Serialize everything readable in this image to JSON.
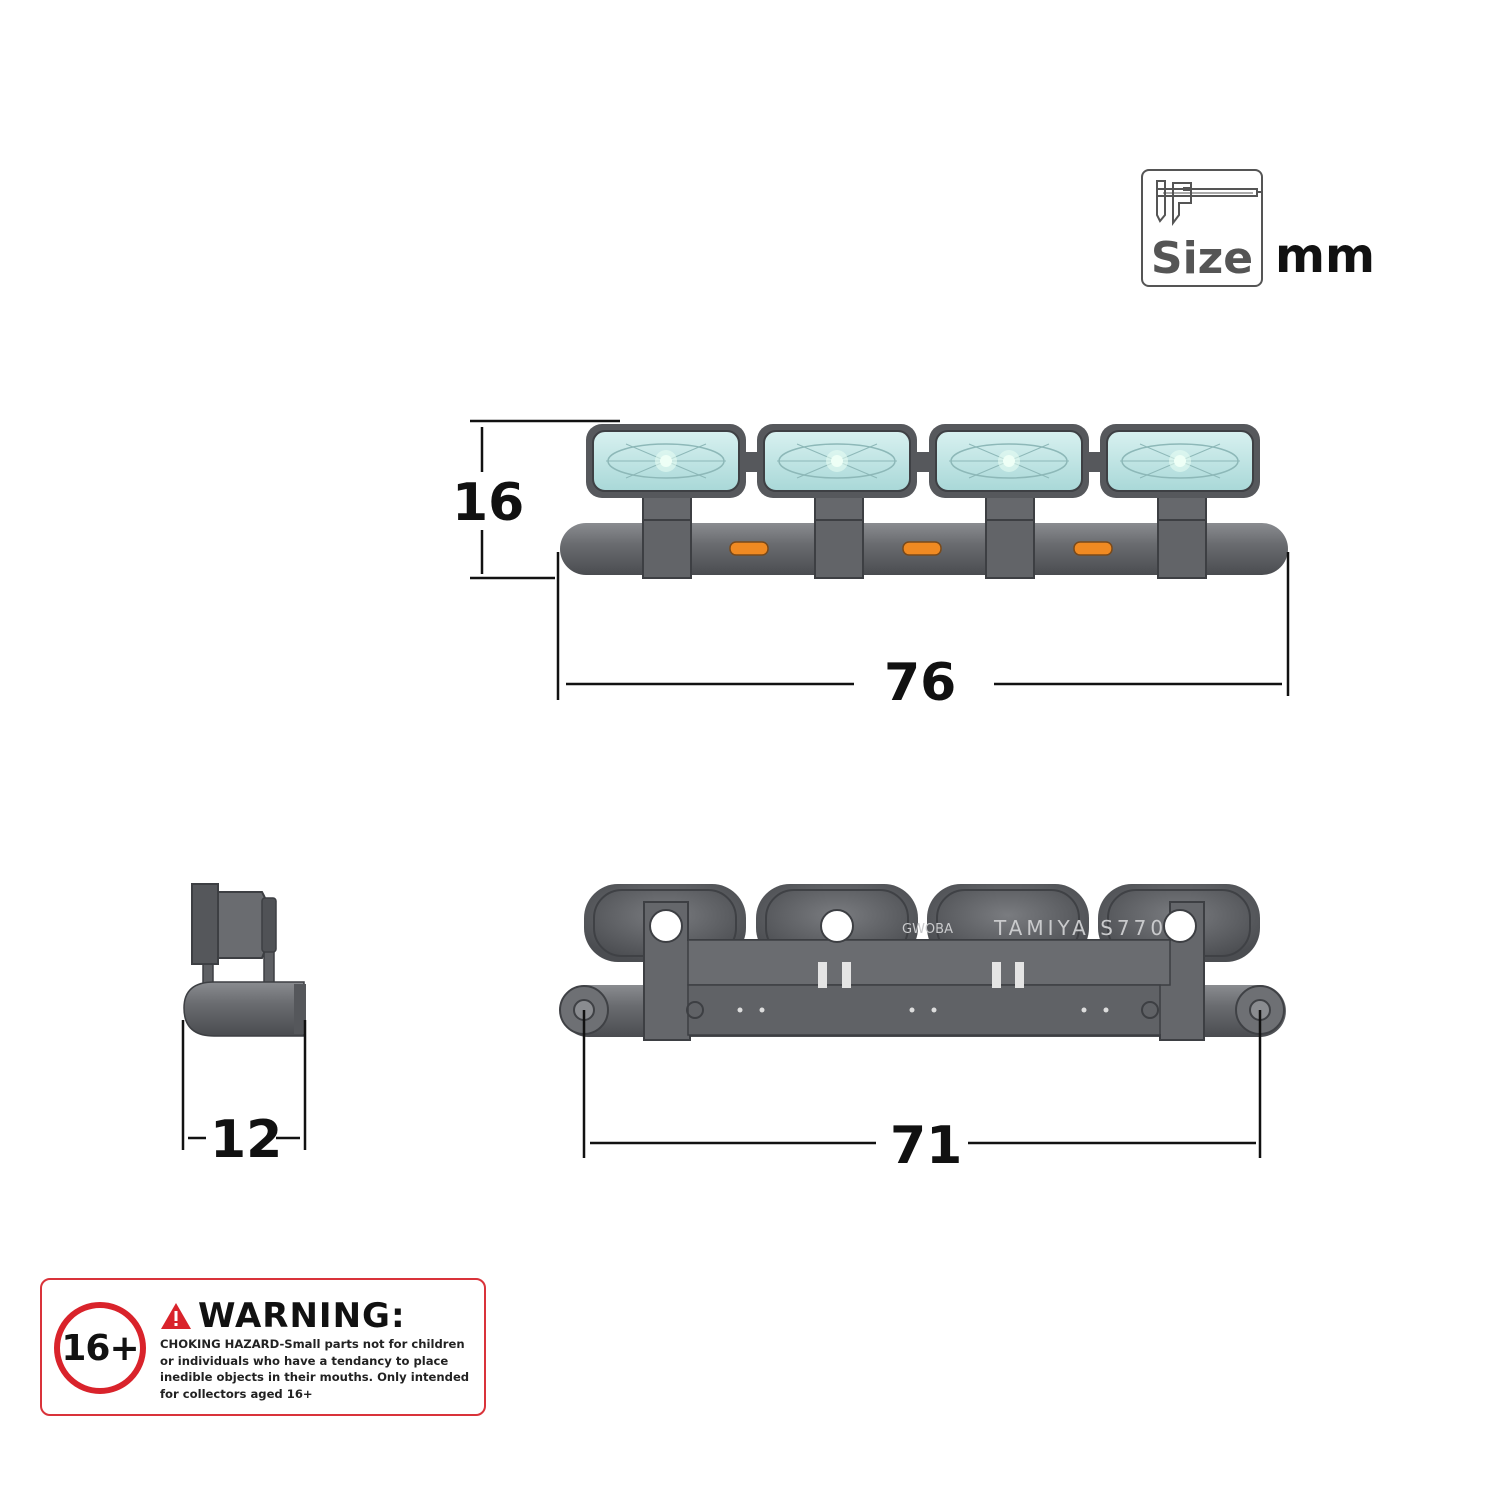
{
  "size_badge": {
    "label": "Size",
    "unit": "mm",
    "icon": "caliper-icon"
  },
  "dimensions": {
    "height": "16",
    "front_width": "76",
    "depth": "12",
    "rear_width": "71"
  },
  "engravings": {
    "brand": "GWOBA",
    "model": "TAMIYA S770"
  },
  "warning": {
    "age": "16+",
    "title": "WARNING:",
    "lines": [
      "CHOKING HAZARD-Small parts not for children",
      "or individuals who have a tendancy to place",
      "inedible objects in their mouths. Only intended",
      "for collectors aged 16+"
    ],
    "icon": "warning-triangle-icon"
  },
  "colors": {
    "housing": "#5b5d61",
    "housing_light": "#7e8085",
    "lens": "#bfe4e4",
    "amber": "#f08a22",
    "warning_red": "#d9232b"
  }
}
